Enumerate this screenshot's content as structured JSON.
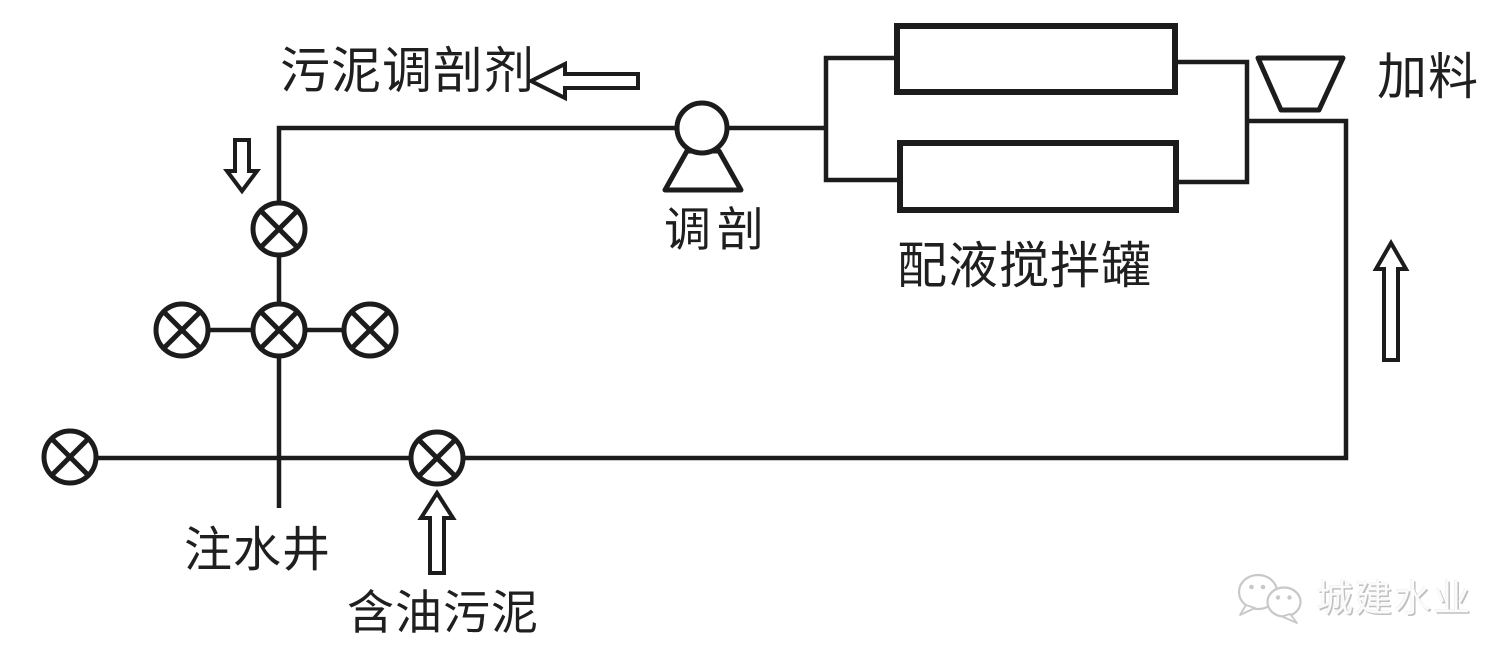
{
  "page": {
    "background": "#ffffff",
    "line_color": "#1c1c1c",
    "text_color": "#1f1f1f",
    "watermark_color": "#c8c8c8"
  },
  "labels": {
    "sludge_conditioner": "污泥调剖剂",
    "pump": "调剖",
    "mixing_tank": "配液搅拌罐",
    "feed": "加料",
    "injection_well": "注水井",
    "oily_sludge": "含油污泥"
  },
  "components": {
    "pump": "centrifugal-pump",
    "tanks": [
      "mixing-tank-upper",
      "mixing-tank-lower"
    ],
    "hopper": "feed-hopper",
    "valve_count": 6
  },
  "arrows": [
    {
      "name": "conditioner-outflow-arrow",
      "direction": "left"
    },
    {
      "name": "to-wellhead-arrow",
      "direction": "down"
    },
    {
      "name": "oily-sludge-inflow-arrow",
      "direction": "up"
    },
    {
      "name": "riser-flow-arrow",
      "direction": "up"
    }
  ],
  "watermark": {
    "text": "城建水业",
    "logo": "wechat-icon"
  }
}
